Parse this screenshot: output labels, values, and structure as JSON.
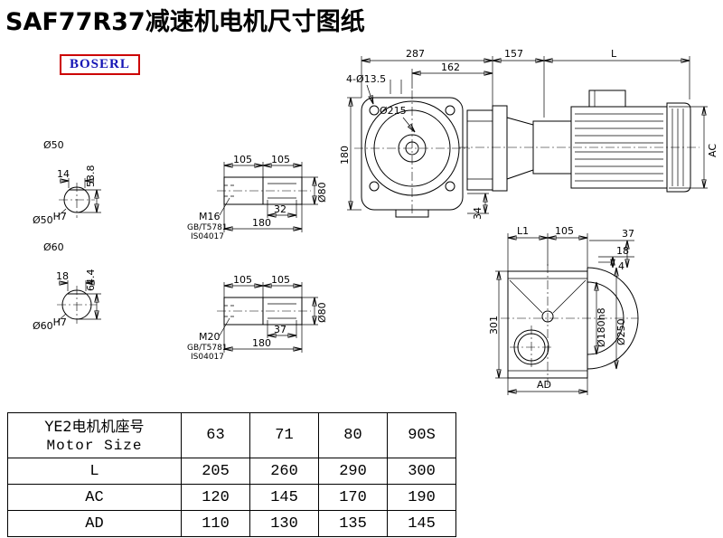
{
  "page": {
    "title": "SAF77R37减速机电机尺寸图纸",
    "brand": "BOSERL"
  },
  "drawing": {
    "shaft50": {
      "label": "Ø50",
      "key_w": "14",
      "key_h": "53.8",
      "bore": "Ø50",
      "tol": "H7"
    },
    "shaft60": {
      "label": "Ø60",
      "key_w": "18",
      "key_h": "64.4",
      "bore": "Ø60",
      "tol": "H7"
    },
    "key16": {
      "seg1": "105",
      "seg2": "105",
      "thread": "M16",
      "std1": "GB/T5781",
      "std2": "IS04017",
      "kl": "32",
      "total": "180",
      "dia": "Ø80"
    },
    "key20": {
      "seg1": "105",
      "seg2": "105",
      "thread": "M20",
      "std1": "GB/T5781",
      "std2": "IS04017",
      "kl": "37",
      "total": "180",
      "dia": "Ø80"
    },
    "front": {
      "width": "287",
      "inner": "162",
      "holes": "4-Ø13.5",
      "flange": "Ø215",
      "height": "180",
      "foot": "34"
    },
    "side": {
      "len157": "157",
      "L": "L",
      "AC": "AC"
    },
    "output": {
      "L1": "L1",
      "seg105": "105",
      "d37": "37",
      "d18": "18",
      "d4": "4",
      "h301": "301",
      "spigot": "Ø180h8",
      "flange": "Ø250",
      "AD": "AD"
    }
  },
  "table": {
    "header_cn": "YE2电机机座号",
    "header_en": "Motor Size",
    "sizes": [
      "63",
      "71",
      "80",
      "90S"
    ],
    "rows": [
      {
        "label": "L",
        "values": [
          "205",
          "260",
          "290",
          "300"
        ]
      },
      {
        "label": "AC",
        "values": [
          "120",
          "145",
          "170",
          "190"
        ]
      },
      {
        "label": "AD",
        "values": [
          "110",
          "130",
          "135",
          "145"
        ]
      }
    ]
  }
}
